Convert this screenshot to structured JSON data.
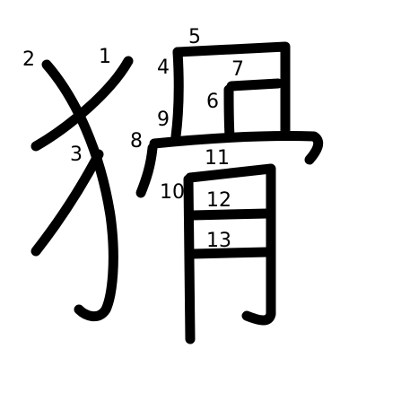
{
  "character": "猾",
  "colors": {
    "stroke": "#000000",
    "label": "#000000",
    "background": "#ffffff"
  },
  "strokes": [
    {
      "label": "1"
    },
    {
      "label": "2"
    },
    {
      "label": "3"
    },
    {
      "label": "4"
    },
    {
      "label": "5"
    },
    {
      "label": "6"
    },
    {
      "label": "7"
    },
    {
      "label": "8"
    },
    {
      "label": "9"
    },
    {
      "label": "10"
    },
    {
      "label": "11"
    },
    {
      "label": "12"
    },
    {
      "label": "13"
    }
  ]
}
